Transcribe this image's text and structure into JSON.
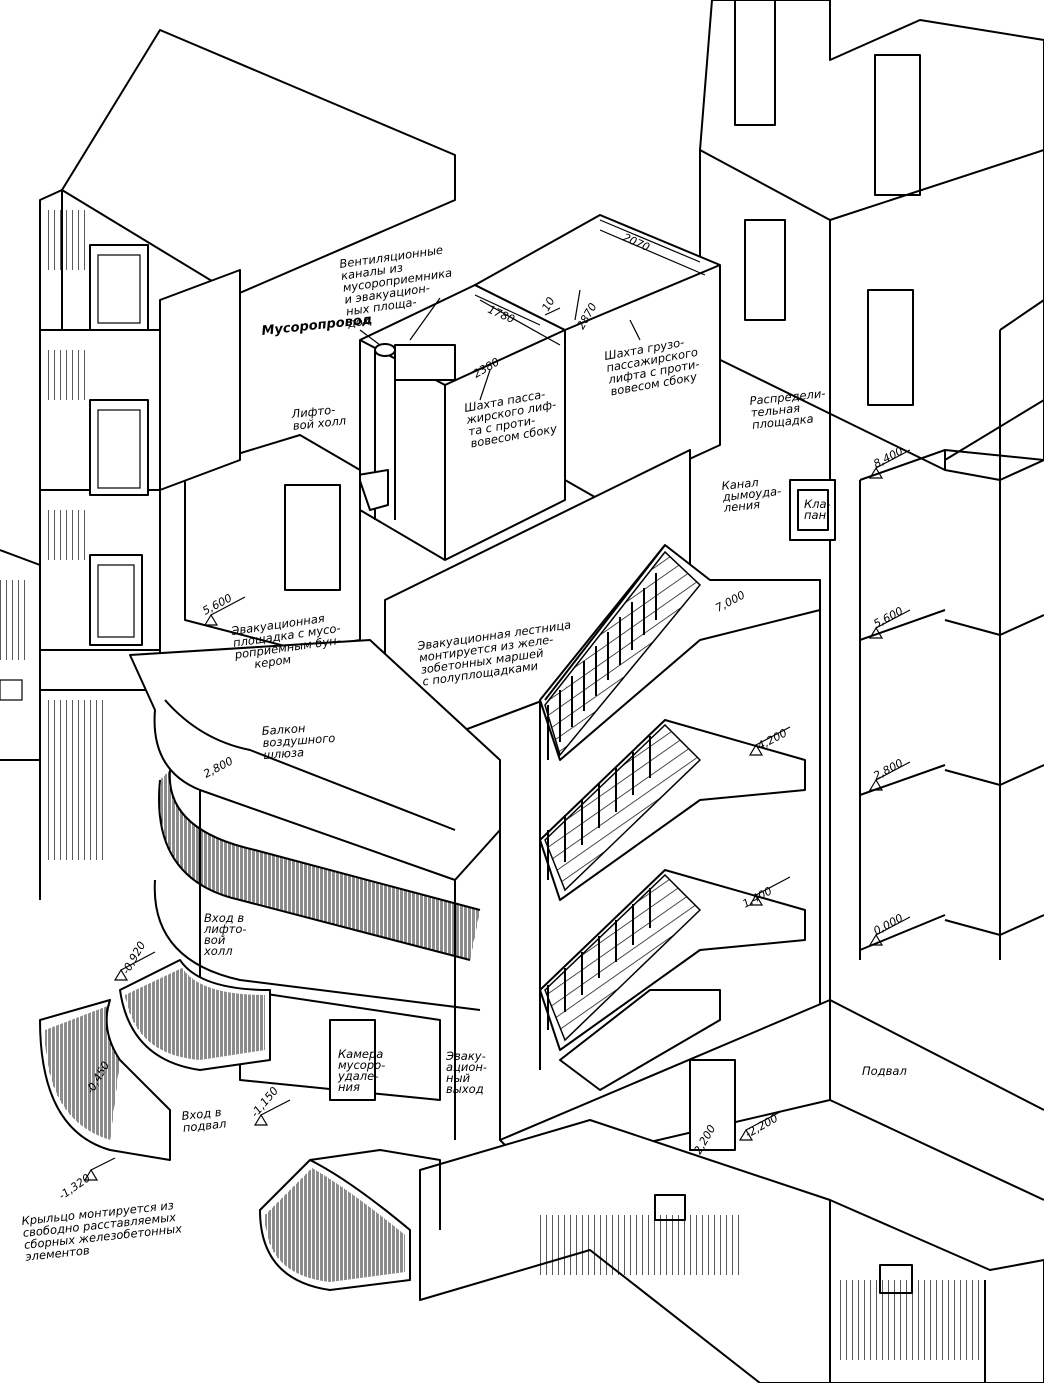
{
  "labels": {
    "vent": [
      "Вентиляционные",
      "каналы из",
      "мусороприемника",
      "и эвакуацион-",
      "ных площа-",
      "док"
    ],
    "chute": "Мусоропровод",
    "lift_hall": [
      "Лифто-",
      "вой холл"
    ],
    "passenger_shaft": [
      "Шахта пасса-",
      "жирского лиф-",
      "та с проти-",
      "вовесом сбоку"
    ],
    "freight_shaft": [
      "Шахта грузо-",
      "пассажирского",
      "лифта с проти-",
      "вовесом сбоку"
    ],
    "distribution": [
      "Распредели-",
      "тельная",
      "площадка"
    ],
    "smoke_channel": [
      "Канал",
      "дымоудa-",
      "ления"
    ],
    "valve": [
      "Кла-",
      "пан"
    ],
    "evac_platform": [
      "Эвакуационная",
      "площадка с мусо-",
      "роприемным бун-",
      "кером"
    ],
    "evac_stair": [
      "Эвакуационная лестница",
      "монтируется из желе-",
      "зобетонных маршей",
      "с полуплощадками"
    ],
    "balcony": [
      "Балкон",
      "воздушного",
      "шлюза"
    ],
    "lift_entry": [
      "Вход в",
      "лифто-",
      "вой",
      "холл"
    ],
    "chamber": [
      "Камера",
      "мусоро-",
      "удале-",
      "ния"
    ],
    "evac_exit": [
      "Эваку-",
      "ацион-",
      "ный",
      "выход"
    ],
    "basement_entry": [
      "Вход в",
      "подвал"
    ],
    "basement": "Подвал",
    "porch_note": [
      "Крыльцо монтируется из",
      "свободно расставляемых",
      "сборных железобетонных",
      "элементов"
    ]
  },
  "dimensions": {
    "d2070": "2070",
    "d1780": "1780",
    "d10": "10",
    "d2870": "2870",
    "d2380": "2380"
  },
  "elevations": {
    "e8400": "8,400",
    "e7000": "7,000",
    "e5600_right": "5,600",
    "e5600_left": "5,600",
    "e4200": "4,200",
    "e2800_right": "2,800",
    "e2800_left": "2,800",
    "e1400": "1,400",
    "e0000": "0,000",
    "e0920": "-0,920",
    "e0450": "-0,450",
    "e1320": "-1,320",
    "e1150": "-1,150",
    "e2200": "-2,200",
    "e2200b": "2,200"
  }
}
